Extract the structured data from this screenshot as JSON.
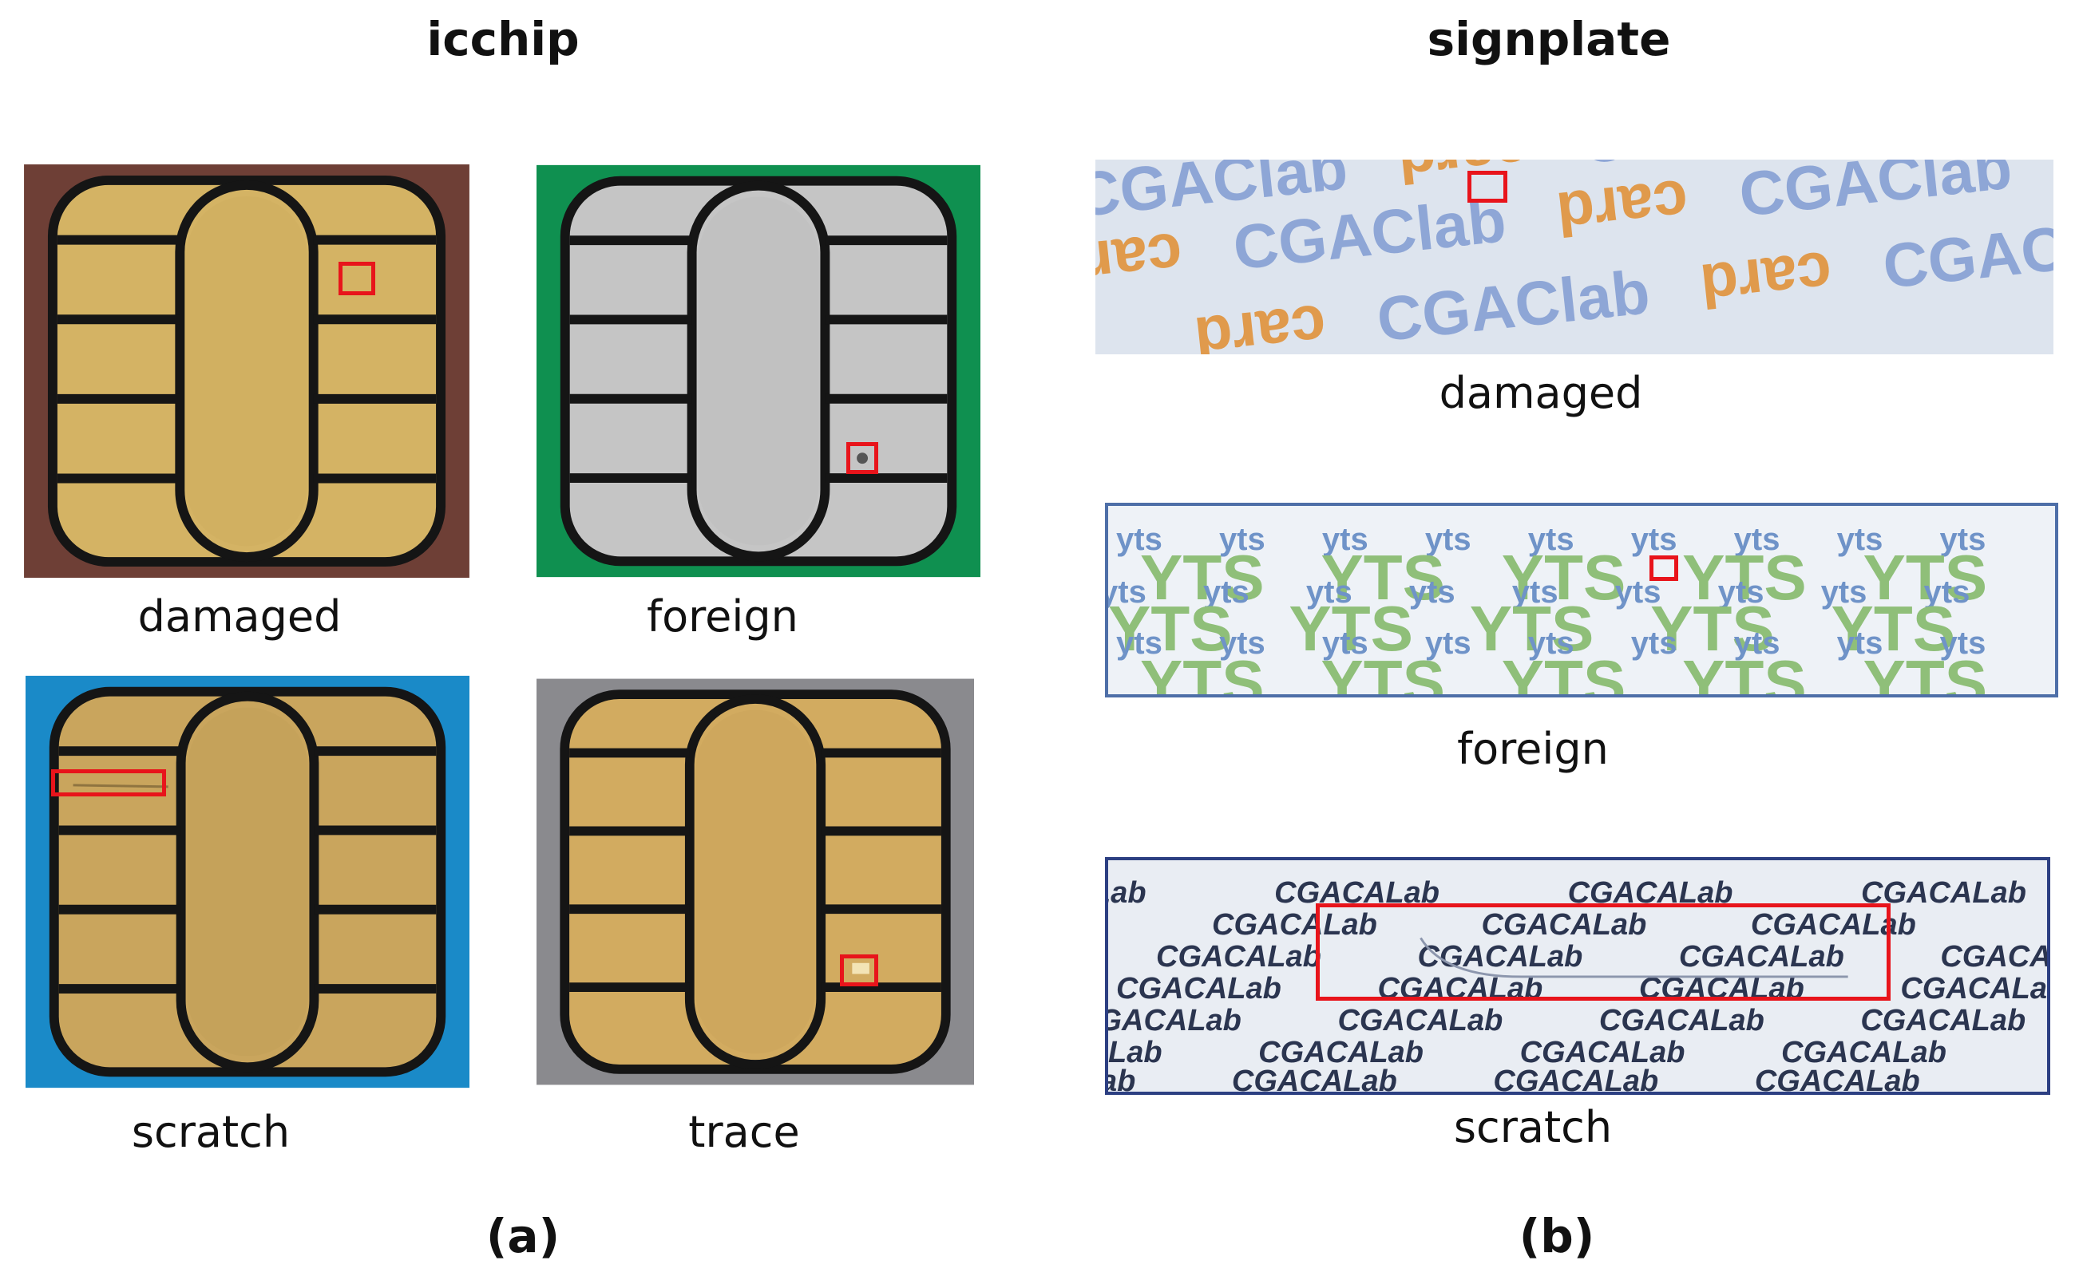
{
  "figure": {
    "heading_a": "icchip",
    "heading_b": "signplate",
    "label_a": "(a)",
    "label_b": "(b)"
  },
  "icchip": {
    "panels": [
      {
        "caption": "damaged",
        "background": "#6e3f36",
        "contact": "#d4b364",
        "defect": "damaged-mark"
      },
      {
        "caption": "foreign",
        "background": "#0f9050",
        "contact": "#c5c5c5",
        "defect": "foreign-particle"
      },
      {
        "caption": "scratch",
        "background": "#1a8ac8",
        "contact": "#c9a55d",
        "defect": "scratch-line"
      },
      {
        "caption": "trace",
        "background": "#8a8a8e",
        "contact": "#d2ab60",
        "defect": "trace-mark"
      }
    ]
  },
  "signplate": {
    "panels": [
      {
        "caption": "damaged",
        "row_text_a": "CGAClab",
        "row_text_b": "card",
        "blue": "#8ea6d6",
        "orange": "#e09a4c",
        "background": "#dde4ee"
      },
      {
        "caption": "foreign",
        "small_text": "yts",
        "big_text": "YTS",
        "green": "#8fbf79",
        "blue": "#6f93c8",
        "background": "#eef2f7",
        "frame": "#4e6fa8"
      },
      {
        "caption": "scratch",
        "row_text": "CGACALab",
        "ink": "#2b3550",
        "background": "#e9edf3",
        "frame": "#2c3f82"
      }
    ]
  }
}
